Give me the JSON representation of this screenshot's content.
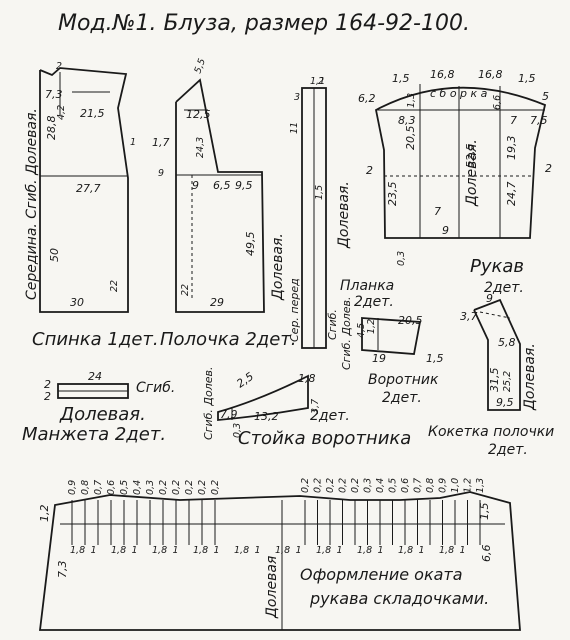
{
  "title": "Мод.№1. Блуза, размер 164-92-100.",
  "back": {
    "label": "Спинка 1дет.",
    "side1": "Середина. Сгиб. Долевая.",
    "m_top": "2",
    "m_neckh": "7,3",
    "m_42": "4,2",
    "m_215": "21,5",
    "m_288": "28,8",
    "m_1": "1",
    "m_277": "27,7",
    "m_50": "50",
    "m_22": "22",
    "m_30": "30"
  },
  "front": {
    "label": "Полочка 2дет.",
    "grain": "Долевая.",
    "m_55": "5,5",
    "m_125": "12,5",
    "m_17": "1,7",
    "m_243": "24,3",
    "m_9": "9",
    "m_9b": "9",
    "m_65": "6,5",
    "m_95": "9,5",
    "m_495": "49,5",
    "m_22": "22",
    "m_29": "29"
  },
  "placket": {
    "side": "Сер. перед",
    "fold": "Сгиб.",
    "grain": "Долевая.",
    "m_3": "3",
    "m_11": "1,1",
    "m_2": "2",
    "m_11b": "11",
    "m_15": "1,5"
  },
  "sleeve": {
    "label": "Рукав",
    "count": "2дет.",
    "grain": "Долевая.",
    "folds": "с б о р к а",
    "m_15a": "1,5",
    "m_168a": "16,8",
    "m_168b": "16,8",
    "m_15b": "1,5",
    "m_62": "6,2",
    "m_5": "5",
    "m_83": "8,3",
    "m_205": "20,5",
    "m_525": "52,5",
    "m_7": "7",
    "m_193": "19,3",
    "m_75": "7,5",
    "m_2a": "2",
    "m_2b": "2",
    "m_235": "23,5",
    "m_247": "24,7",
    "m_7b": "7",
    "m_9": "9",
    "m_03": "0,3",
    "m_13": "1,3",
    "m_66": "6,6"
  },
  "planka": {
    "label": "Планка",
    "count": "2дет."
  },
  "collar": {
    "label": "Воротник",
    "count": "2дет.",
    "fold": "Сгиб. Долев.",
    "m_45": "4,5",
    "m_12": "1,2",
    "m_205": "20,5",
    "m_19": "19",
    "m_15": "1,5"
  },
  "yoke": {
    "label": "Кокетка полочки",
    "count": "2дет.",
    "grain": "Долевая.",
    "m_37": "3,7",
    "m_9": "9",
    "m_58": "5,8",
    "m_315": "31,5",
    "m_252": "25,2",
    "m_95": "9,5"
  },
  "cuff": {
    "label": "Манжета 2дет.",
    "grain": "Долевая.",
    "fold": "Сгиб.",
    "m_24": "24",
    "m_2a": "2",
    "m_2b": "2"
  },
  "stand": {
    "label": "Стойка воротника",
    "count": "2дет.",
    "fold": "Сгиб. Долев.",
    "m_25": "2,5",
    "m_18": "1,8",
    "m_37": "3,7",
    "m_79": "7,9",
    "m_132": "13,2",
    "m_03": "0,3"
  },
  "sleeve_cap": {
    "label1": "Оформление оката",
    "label2": "рукава складочками.",
    "grain": "Долевая",
    "m_12": "1,2",
    "m_73": "7,3",
    "m_15": "1,5",
    "m_66": "6,6",
    "top_left": [
      "0,9",
      "0,8",
      "0,7",
      "0,6",
      "0,5",
      "0,4",
      "0,3",
      "0,2",
      "0,2",
      "0,2",
      "0,2",
      "0,2"
    ],
    "top_right": [
      "0,2",
      "0,2",
      "0,2",
      "0,2",
      "0,2",
      "0,3",
      "0,4",
      "0,5",
      "0,6",
      "0,7",
      "0,8",
      "0,9",
      "1,0",
      "1,2",
      "1,3"
    ],
    "bottom": [
      "1,8",
      "1",
      "1,8",
      "1",
      "1,8",
      "1",
      "1,8",
      "1",
      "1,8",
      "1",
      "1,8",
      "1",
      "1,8",
      "1",
      "1,8",
      "1",
      "1,8",
      "1",
      "1,8",
      "1",
      "1,8"
    ]
  }
}
